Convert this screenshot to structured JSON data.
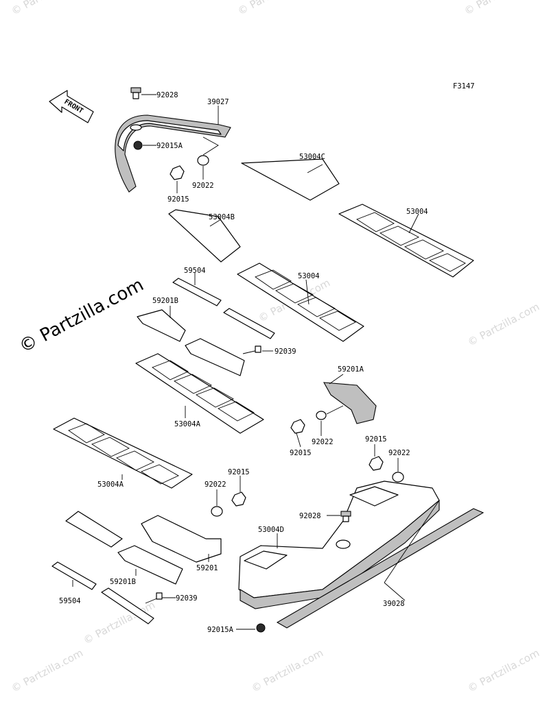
{
  "figure_code": "F3147",
  "front_label": "FRONT",
  "watermark": "© Partzilla.com",
  "labels": [
    {
      "id": "l1",
      "text": "92028"
    },
    {
      "id": "l2",
      "text": "39027"
    },
    {
      "id": "l3",
      "text": "92015A"
    },
    {
      "id": "l4",
      "text": "92022"
    },
    {
      "id": "l5",
      "text": "92015"
    },
    {
      "id": "l6",
      "text": "53004C"
    },
    {
      "id": "l7",
      "text": "53004B"
    },
    {
      "id": "l8",
      "text": "53004"
    },
    {
      "id": "l9",
      "text": "59504"
    },
    {
      "id": "l10",
      "text": "53004"
    },
    {
      "id": "l11",
      "text": "59201B"
    },
    {
      "id": "l12",
      "text": "92039"
    },
    {
      "id": "l13",
      "text": "59201A"
    },
    {
      "id": "l14",
      "text": "53004A"
    },
    {
      "id": "l15",
      "text": "92022"
    },
    {
      "id": "l16",
      "text": "92015"
    },
    {
      "id": "l17",
      "text": "92015"
    },
    {
      "id": "l18",
      "text": "92022"
    },
    {
      "id": "l19",
      "text": "53004A"
    },
    {
      "id": "l20",
      "text": "92015"
    },
    {
      "id": "l21",
      "text": "92022"
    },
    {
      "id": "l22",
      "text": "92028"
    },
    {
      "id": "l23",
      "text": "53004D"
    },
    {
      "id": "l24",
      "text": "59201"
    },
    {
      "id": "l25",
      "text": "59201B"
    },
    {
      "id": "l26",
      "text": "92039"
    },
    {
      "id": "l27",
      "text": "59504"
    },
    {
      "id": "l28",
      "text": "39028"
    },
    {
      "id": "l29",
      "text": "92015A"
    }
  ]
}
